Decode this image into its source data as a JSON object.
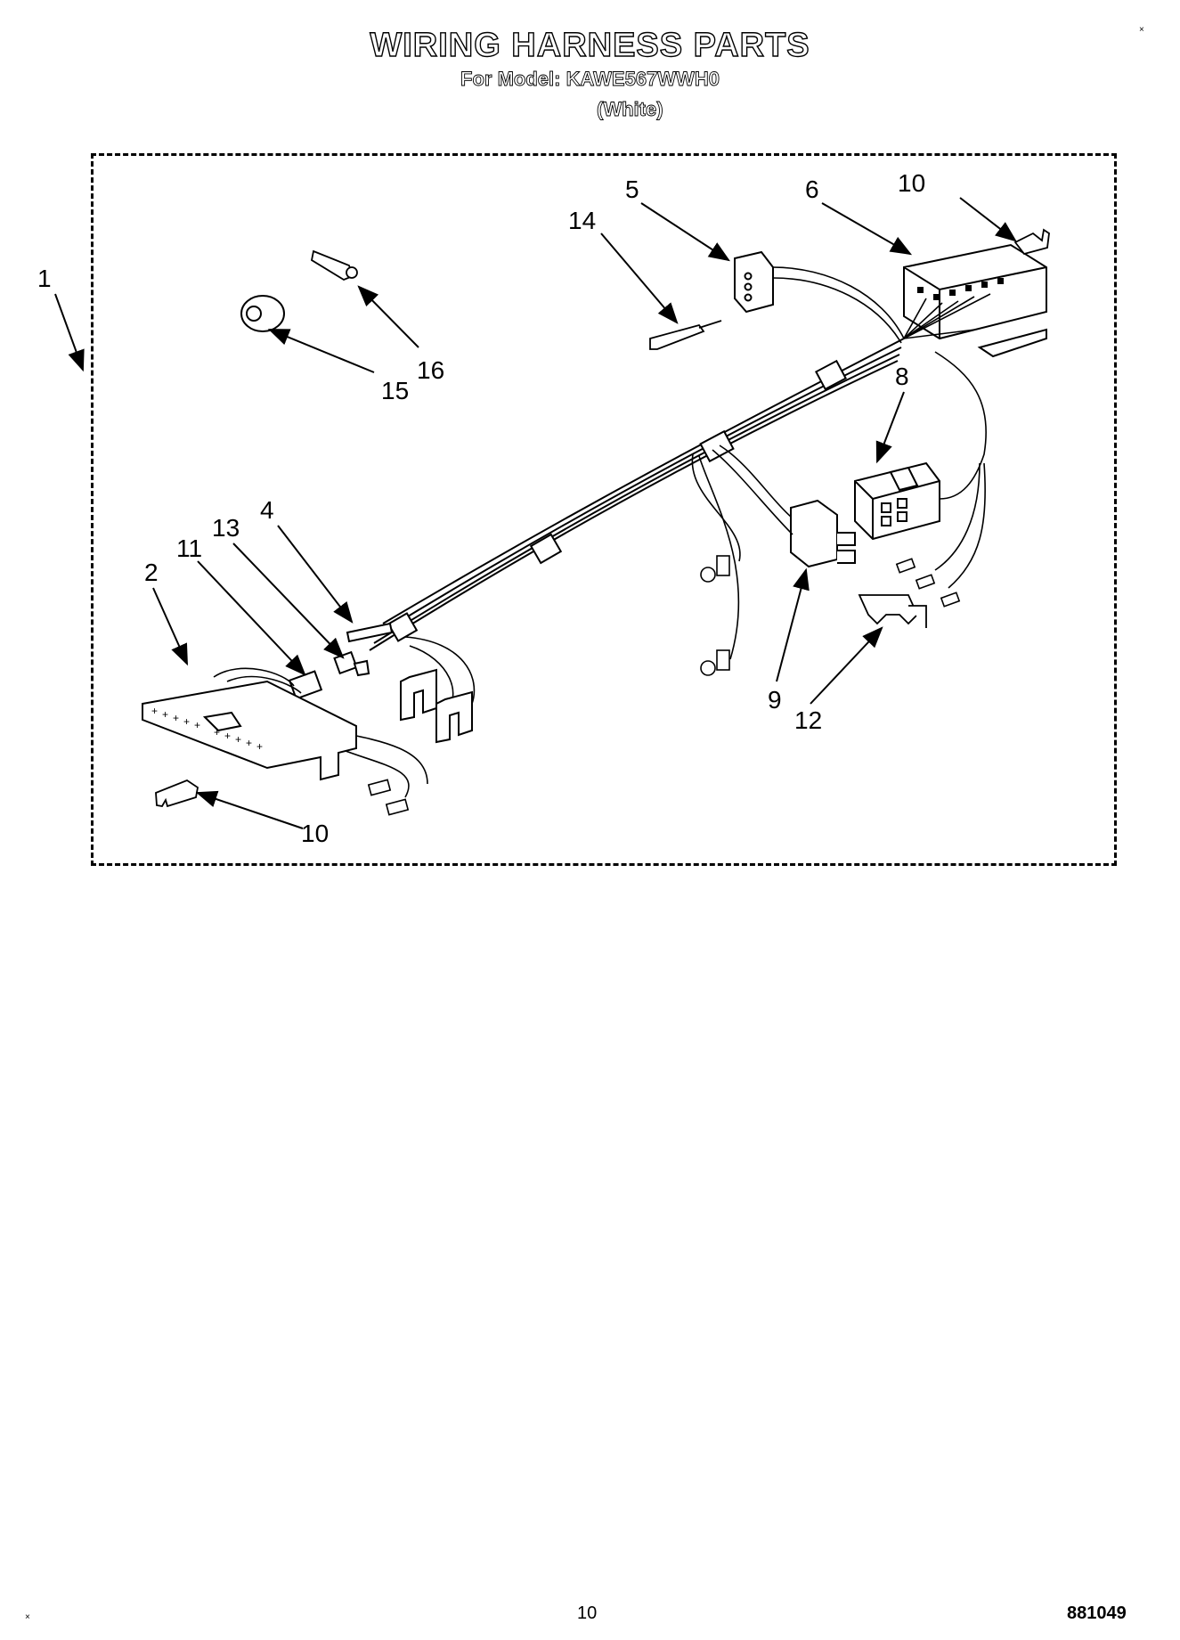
{
  "header": {
    "title": "WIRING HARNESS PARTS",
    "model_line": "For Model: KAWE567WWH0",
    "color_line": "(White)"
  },
  "callouts": [
    "1",
    "2",
    "4",
    "5",
    "6",
    "8",
    "9",
    "10",
    "10",
    "11",
    "12",
    "13",
    "14",
    "15",
    "16"
  ],
  "footer": {
    "page_number": "10",
    "doc_code": "881049"
  }
}
